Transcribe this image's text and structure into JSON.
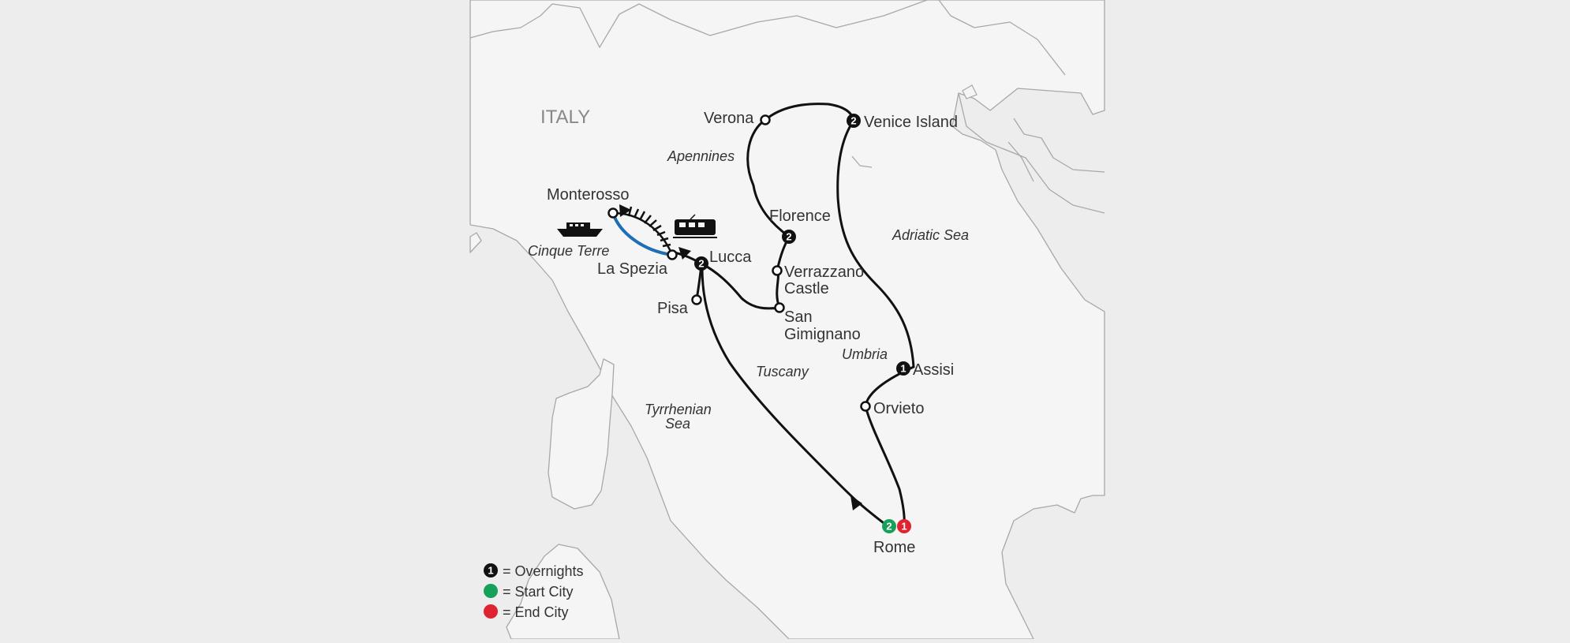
{
  "map": {
    "country_label": "ITALY",
    "colors": {
      "background": "#ededed",
      "land": "#f5f5f5",
      "border": "#a8a8a8",
      "route": "#111111",
      "ferry_route": "#1f6eb4",
      "overnight_badge": "#111111",
      "start_badge": "#17a05a",
      "end_badge": "#e02330"
    },
    "cities": {
      "verona": "Verona",
      "venice": "Venice Island",
      "monterosso": "Monterosso",
      "florence": "Florence",
      "lucca": "Lucca",
      "la_spezia": "La Spezia",
      "verrazzano_1": "Verrazzano",
      "verrazzano_2": "Castle",
      "pisa": "Pisa",
      "san_gimignano_1": "San",
      "san_gimignano_2": "Gimignano",
      "assisi": "Assisi",
      "orvieto": "Orvieto",
      "rome": "Rome"
    },
    "regions": {
      "apennines": "Apennines",
      "adriatic": "Adriatic Sea",
      "cinque_terre": "Cinque Terre",
      "umbria": "Umbria",
      "tuscany": "Tuscany",
      "tyrrhenian_1": "Tyrrhenian",
      "tyrrhenian_2": "Sea"
    },
    "overnights": {
      "venice": "2",
      "florence": "2",
      "lucca": "2",
      "assisi": "1",
      "rome_start": "2",
      "rome_end": "1"
    },
    "transport_icons": [
      "ferry-icon",
      "train-icon"
    ]
  },
  "legend": {
    "sample_number": "1",
    "overnights": "= Overnights",
    "start_city": "= Start City",
    "end_city": "= End City"
  }
}
